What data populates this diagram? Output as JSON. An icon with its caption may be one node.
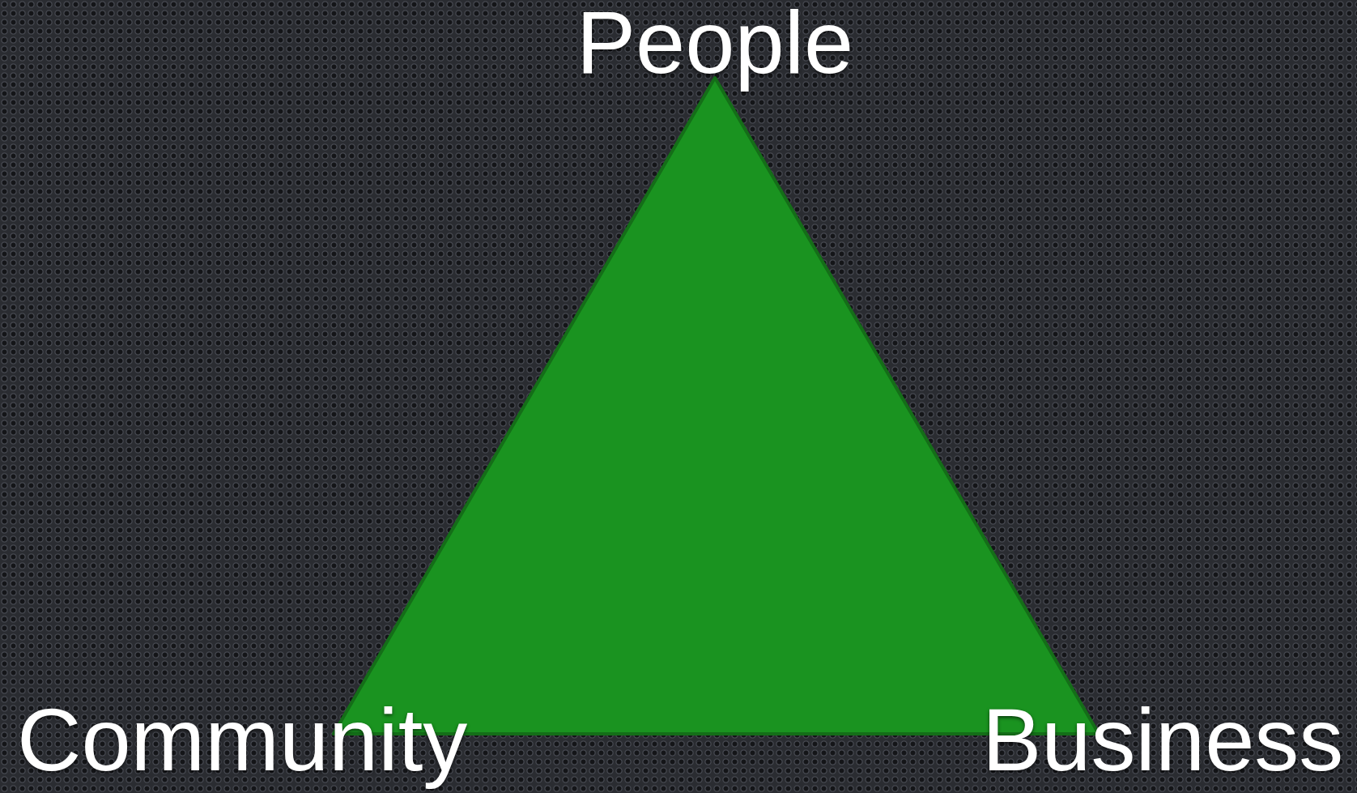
{
  "diagram": {
    "labels": [
      "People",
      "Community",
      "Business"
    ]
  }
}
